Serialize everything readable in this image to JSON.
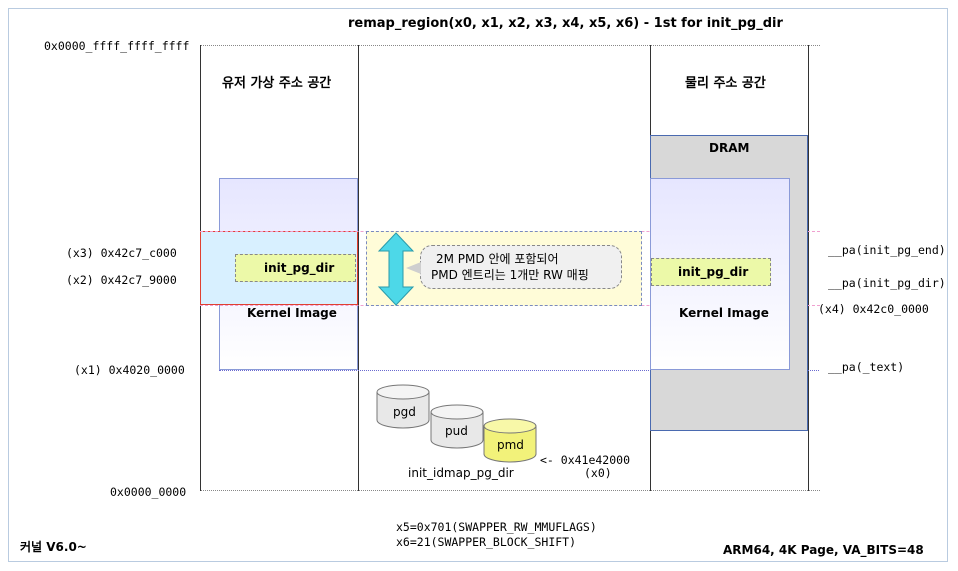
{
  "title": "remap_region(x0, x1, x2, x3, x4, x5, x6) - 1st for init_pg_dir",
  "left_axis": {
    "top_addr": "0x0000_ffff_ffff_ffff",
    "x3": "(x3) 0x42c7_c000",
    "x2": "(x2) 0x42c7_9000",
    "x1": "(x1) 0x4020_0000",
    "bottom_addr": "0x0000_0000"
  },
  "virtual_space": {
    "label": "유저 가상 주소 공간",
    "init_pg_dir": "init_pg_dir",
    "kernel_image": "Kernel Image"
  },
  "middle": {
    "note_line1": "2M PMD 안에 포함되어",
    "note_line2": "PMD 엔트리는 1개만 RW 매핑",
    "pgd": "pgd",
    "pud": "pud",
    "pmd": "pmd",
    "idmap_label": "init_idmap_pg_dir",
    "x0_addr": "<- 0x41e42000",
    "x0_label": "(x0)"
  },
  "physical_space": {
    "label": "물리 주소 공간",
    "dram": "DRAM",
    "init_pg_dir": "init_pg_dir",
    "kernel_image": "Kernel Image"
  },
  "right_axis": {
    "pg_end": "__pa(init_pg_end)",
    "pg_dir": "__pa(init_pg_dir)",
    "x4": "(x4) 0x42c0_0000",
    "text": "__pa(_text)"
  },
  "footer": {
    "x5": "x5=0x701(SWAPPER_RW_MMUFLAGS)",
    "x6": "x6=21(SWAPPER_BLOCK_SHIFT)",
    "kernel_version": "커널 V6.0~",
    "arch": "ARM64, 4K Page, VA_BITS=48"
  }
}
